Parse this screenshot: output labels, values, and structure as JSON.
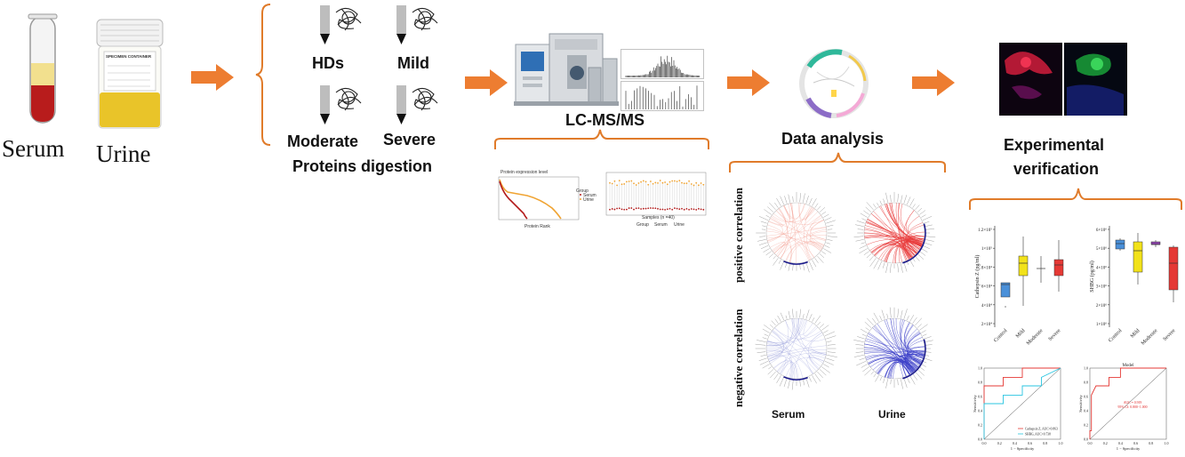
{
  "samples": {
    "serum_label": "Serum",
    "urine_label": "Urine",
    "container_text": "SPECIMEN CONTAINER"
  },
  "groups": {
    "hds": "HDs",
    "mild": "Mild",
    "moderate": "Moderate",
    "severe": "Severe",
    "caption": "Proteins digestion"
  },
  "lcms": {
    "title": "LC-MS/MS",
    "plot1_title": "Protein expression level",
    "plot1_xlabel": "Protein Rank",
    "plot1_legend_title": "Group",
    "plot1_legend": [
      "Serum",
      "Urine"
    ],
    "plot2_xlabel": "Samples (n =40)",
    "plot2_legend_group": "Group",
    "plot2_legend": [
      "Serum",
      "Urine"
    ]
  },
  "analysis": {
    "title": "Data analysis",
    "row_labels": [
      "positive correlation",
      "negative correlation"
    ],
    "col_labels": [
      "Serum",
      "Urine"
    ]
  },
  "verification": {
    "title_line1": "Experimental",
    "title_line2": "verification",
    "box1": {
      "ylabel": "Cathepsin Z (pg/ml)",
      "yticks": [
        "1.2×10⁵",
        "1×10⁵",
        "8×10⁴",
        "6×10⁴",
        "4×10⁴",
        "2×10⁴"
      ],
      "categories": [
        "Control",
        "Mild",
        "Moderate",
        "Severe"
      ]
    },
    "box2": {
      "ylabel": "SHBG (pg/ml)",
      "yticks": [
        "6×10⁶",
        "5×10⁶",
        "4×10⁶",
        "3×10⁶",
        "2×10⁶",
        "1×10⁶"
      ],
      "categories": [
        "Control",
        "Mild",
        "Moderate",
        "Severe"
      ]
    },
    "roc1": {
      "ylabel": "Sensitivity",
      "xlabel": "1 − Specificity",
      "legend": [
        "Cathepsin Z, AUC=0.863",
        "SHBG, AUC=0.738"
      ],
      "ticks": [
        "0.0",
        "0.2",
        "0.4",
        "0.6",
        "0.8",
        "1.0"
      ]
    },
    "roc2": {
      "title": "Model",
      "ylabel": "Sensitivity",
      "xlabel": "1 − Specificity",
      "annot1": "AUC = 0.919",
      "annot2": "95% CI: 0.800−1.000",
      "ticks": [
        "0.0",
        "0.2",
        "0.4",
        "0.6",
        "0.8",
        "1.0"
      ]
    }
  },
  "colors": {
    "arrow": "#ED7D31",
    "brace": "#E07B2A",
    "serum_red": "#B81C1C",
    "urine_yellow": "#E8C22A",
    "pos_red": "#E84040",
    "neg_blue": "#3B3FC8"
  }
}
